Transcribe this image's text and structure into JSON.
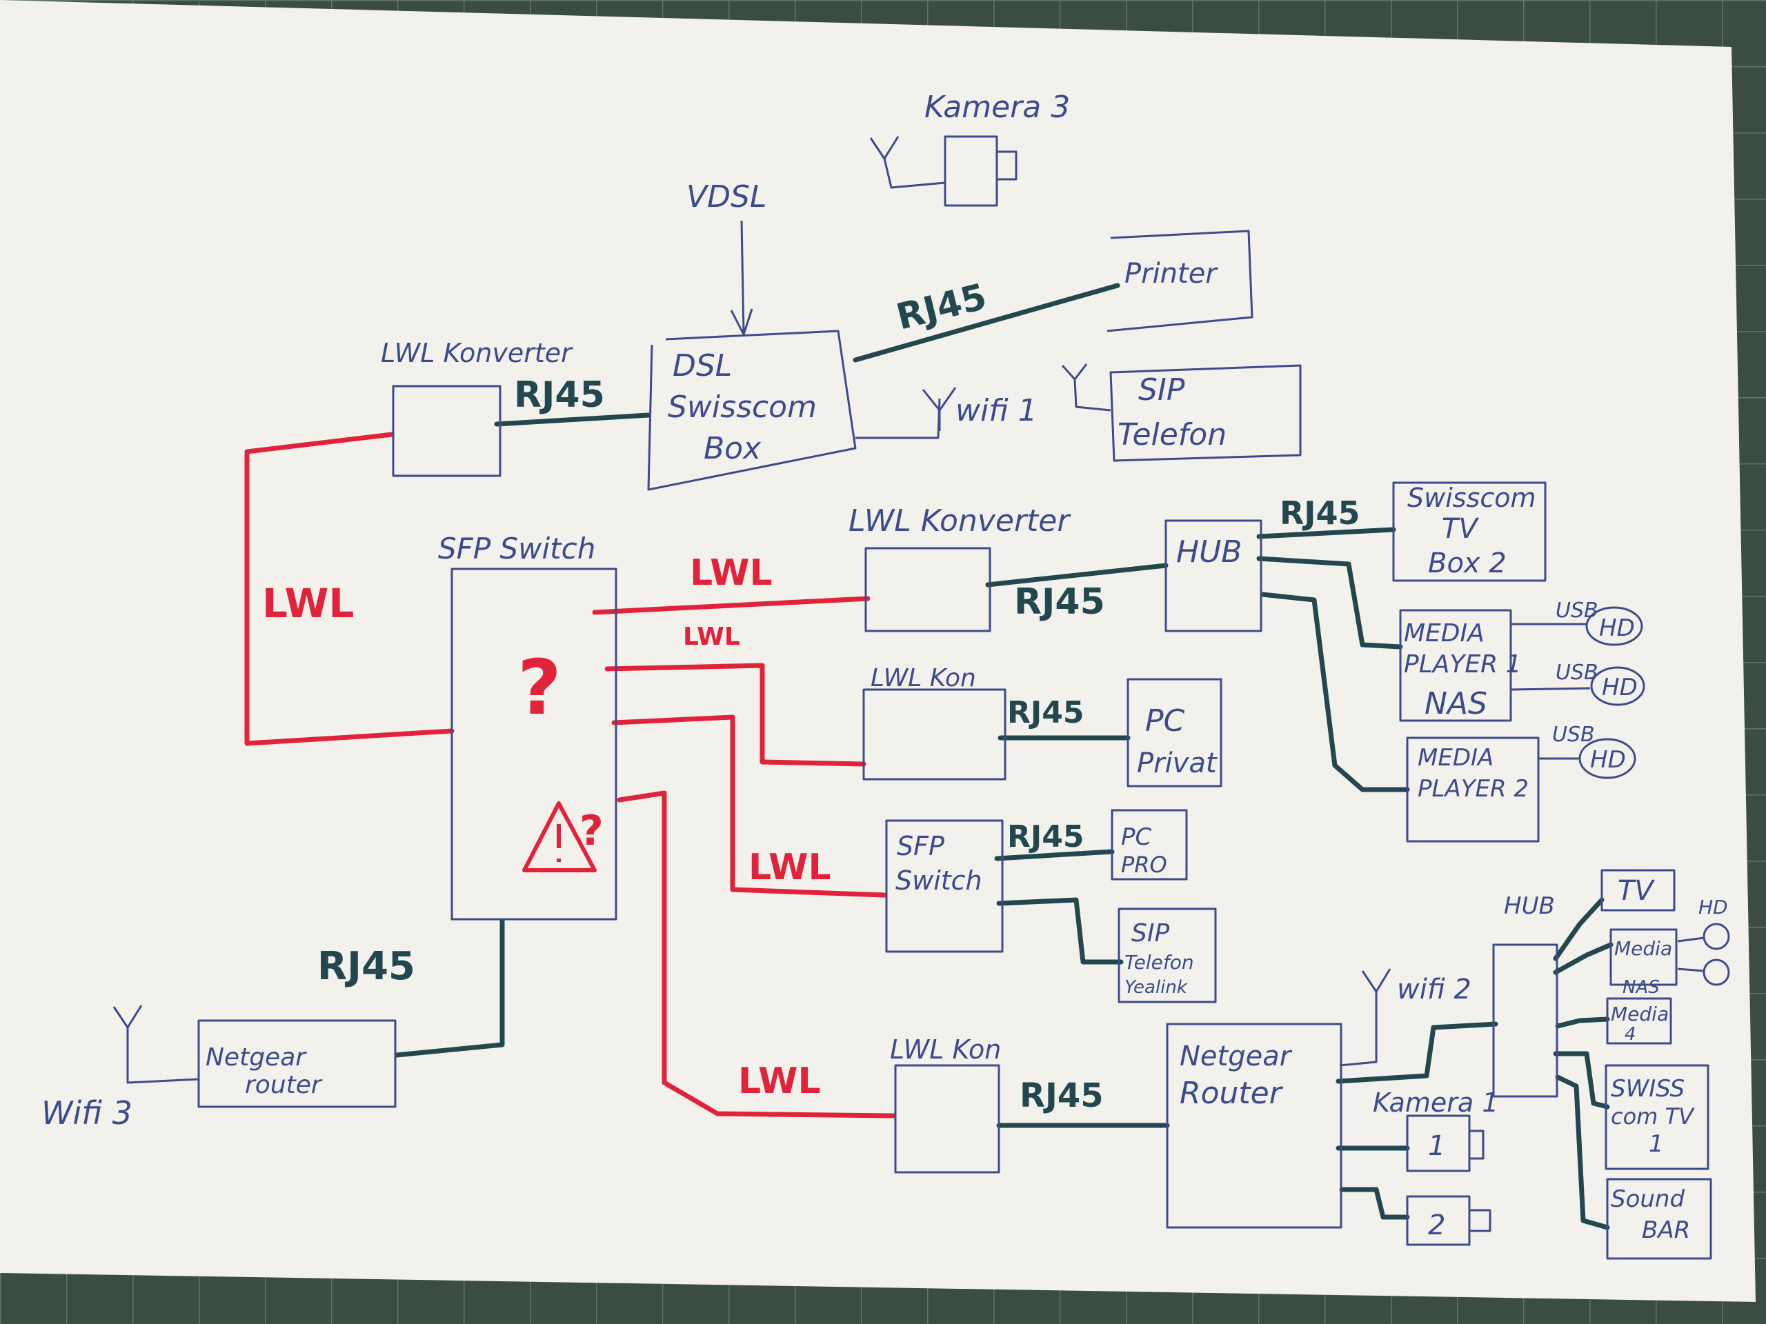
{
  "colors": {
    "mat": "#3a4d40",
    "mat_grid": "#6f8676",
    "paper": "#f3f1ec",
    "ink_blue": "#3c4b8c",
    "ink_teal": "#22474f",
    "ink_red": "#e0233a"
  },
  "labels": {
    "kamera3": "Kamera 3",
    "vdsl": "VDSL",
    "printer": "Printer",
    "lwl_konverter_top": "LWL Konverter",
    "dsl_line1": "DSL",
    "dsl_line2": "Swisscom",
    "dsl_line3": "Box",
    "wifi1": "wifi 1",
    "sip1": "SIP",
    "sip2": "Telefon",
    "sfp_switch": "SFP Switch",
    "lwl_konverter_mid": "LWL Konverter",
    "hub1": "HUB",
    "tvbox2_1": "Swisscom",
    "tvbox2_2": "TV",
    "tvbox2_3": "Box 2",
    "usb1": "USB",
    "usb2": "USB",
    "usb3": "USB",
    "hd1": "HD",
    "hd2": "HD",
    "hd3": "HD",
    "mp1_1": "MEDIA",
    "mp1_2": "PLAYER 1",
    "mp1_3": "NAS",
    "mp2_1": "MEDIA",
    "mp2_2": "PLAYER 2",
    "lwl_kon_1": "LWL Kon",
    "pc_privat_1": "PC",
    "pc_privat_2": "Privat",
    "sfp_switch2_1": "SFP",
    "sfp_switch2_2": "Switch",
    "pc_pro_1": "PC",
    "pc_pro_2": "PRO",
    "sip_y_1": "SIP",
    "sip_y_2": "Telefon",
    "sip_y_3": "Yealink",
    "hub2": "HUB",
    "tv": "TV",
    "hd_small": "HD",
    "media_nas_1": "Media",
    "media_nas_2": "NAS",
    "media4_1": "Media",
    "media4_2": "4",
    "wifi2": "wifi 2",
    "swisscomtv1_1": "SWISS",
    "swisscomtv1_2": "com TV",
    "swisscomtv1_3": "1",
    "netgear_router_1": "Netgear",
    "netgear_router_2": "Router",
    "kamera1": "Kamera 1",
    "kam_1": "1",
    "kam_2": "2",
    "soundbar_1": "Sound",
    "soundbar_2": "BAR",
    "lwl_kon_2": "LWL Kon",
    "netgear_small_1": "Netgear",
    "netgear_small_2": "router",
    "wifi3": "Wifi 3",
    "rj45_a": "RJ45",
    "rj45_b": "RJ45",
    "rj45_c": "RJ45",
    "rj45_d": "RJ45",
    "rj45_e": "RJ45",
    "rj45_f": "RJ45",
    "rj45_g": "RJ45",
    "rj45_h": "RJ45",
    "lwl_a": "LWL",
    "lwl_b": "LWL",
    "lwl_c": "LWL",
    "lwl_d": "LWL",
    "lwl_e": "LWL",
    "question": "?",
    "warning_q": "?"
  }
}
